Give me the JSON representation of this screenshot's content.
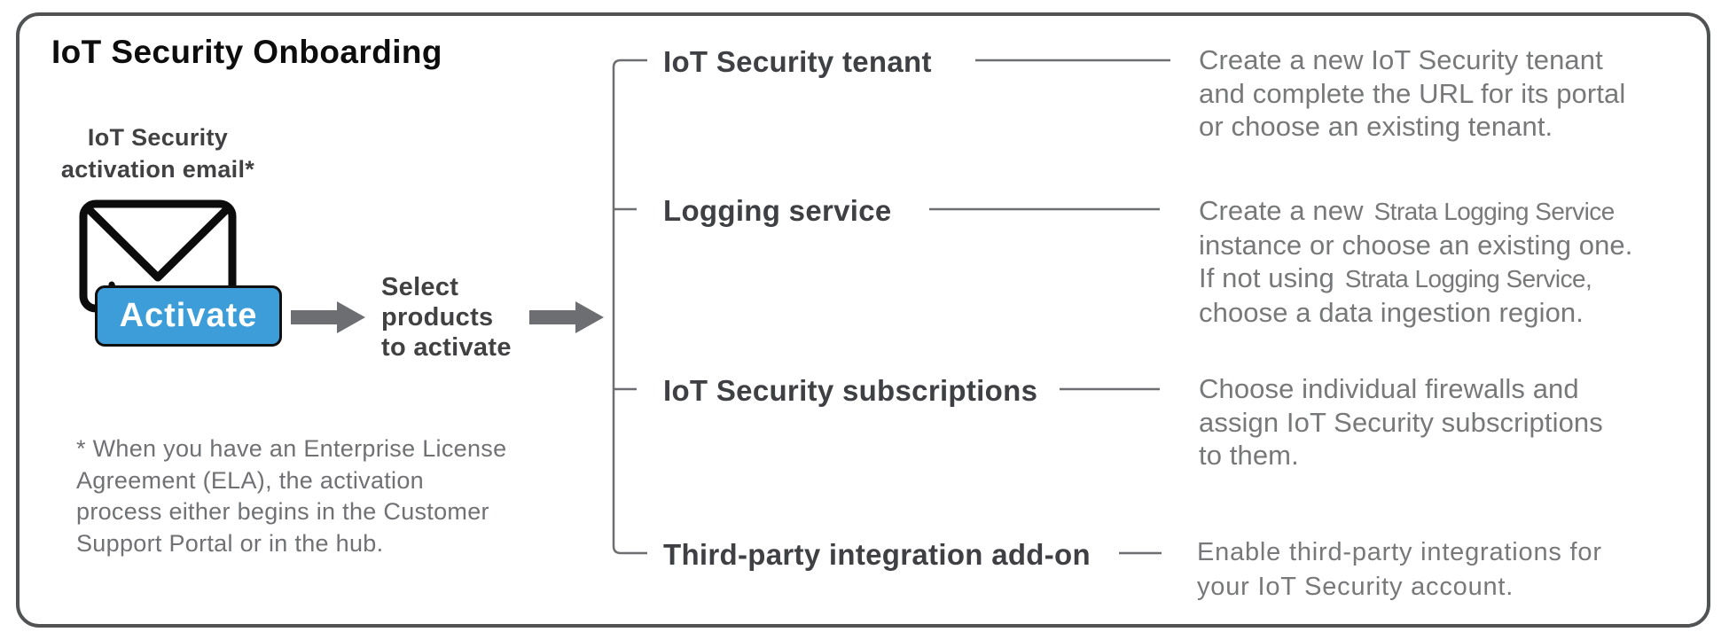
{
  "title": "IoT Security Onboarding",
  "colors": {
    "button_blue": "#3D9DD9",
    "connector_gray": "#6D6E71",
    "label_dark": "#3E4043",
    "description_gray": "#77787A",
    "border_gray": "#515254"
  },
  "email": {
    "label_line1": "IoT Security",
    "label_line2": "activation email*",
    "button_label": "Activate"
  },
  "flow": {
    "select_line1": "Select",
    "select_line2": "products",
    "select_line3": "to activate"
  },
  "tree": {
    "items": [
      {
        "label": "IoT Security tenant",
        "desc_lines": [
          "Create a new IoT Security tenant",
          "and complete the URL for its portal",
          "or choose an existing tenant."
        ]
      },
      {
        "label": "Logging service",
        "desc_line1_prefix": "Create a new",
        "desc_line1_product": "Strata Logging Service",
        "desc_line2": "instance or choose an existing one.",
        "desc_line3_prefix": "If not using",
        "desc_line3_product": "Strata Logging Service,",
        "desc_line4": "choose a data ingestion region."
      },
      {
        "label": "IoT Security subscriptions",
        "desc_lines": [
          "Choose individual firewalls and",
          "assign IoT Security subscriptions",
          "to them."
        ]
      },
      {
        "label": "Third-party integration add-on",
        "desc_lines": [
          "Enable third-party integrations for",
          "your IoT Security account."
        ]
      }
    ]
  },
  "footnote": {
    "lines": [
      "* When you have an Enterprise License",
      "Agreement (ELA), the activation",
      "process either begins in the Customer",
      "Support Portal or in the hub."
    ]
  }
}
